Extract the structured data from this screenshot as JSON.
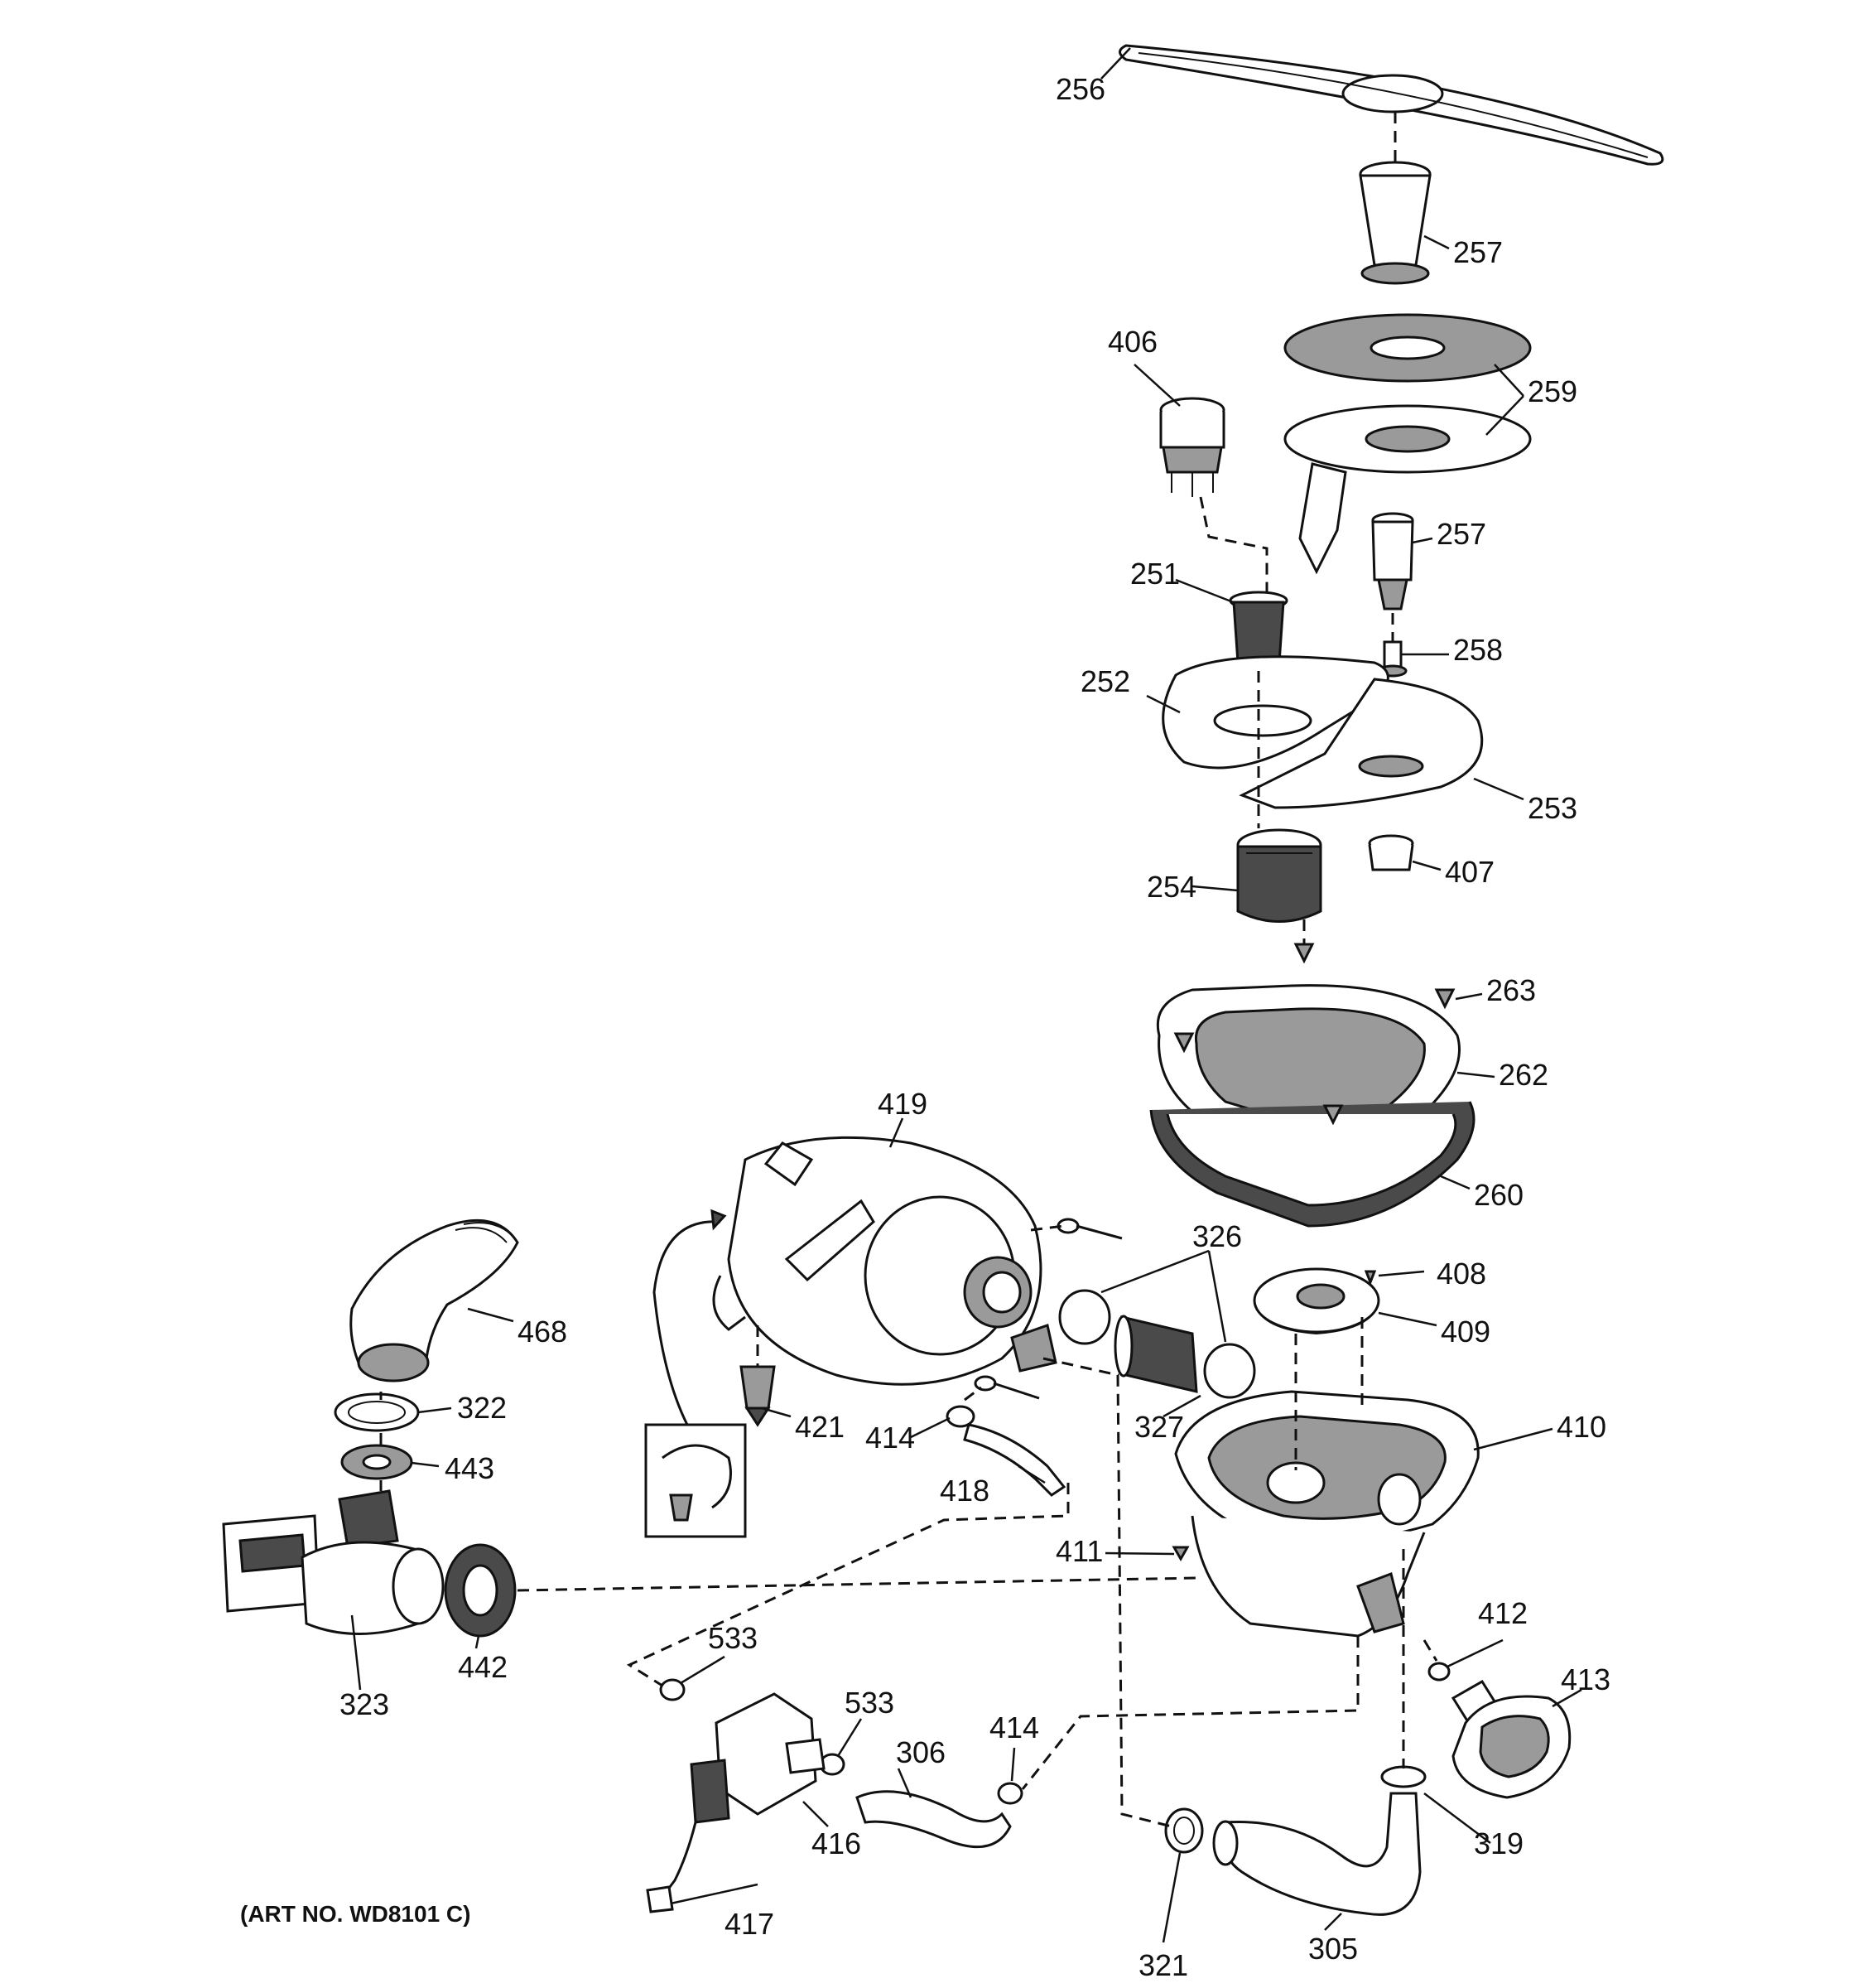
{
  "art_number": "(ART NO. WD8101 C)",
  "parts": [
    {
      "key": "256",
      "label": "256"
    },
    {
      "key": "257a",
      "label": "257"
    },
    {
      "key": "259",
      "label": "259"
    },
    {
      "key": "406",
      "label": "406"
    },
    {
      "key": "257b",
      "label": "257"
    },
    {
      "key": "251",
      "label": "251"
    },
    {
      "key": "258",
      "label": "258"
    },
    {
      "key": "252",
      "label": "252"
    },
    {
      "key": "253",
      "label": "253"
    },
    {
      "key": "407",
      "label": "407"
    },
    {
      "key": "254",
      "label": "254"
    },
    {
      "key": "263",
      "label": "263"
    },
    {
      "key": "262",
      "label": "262"
    },
    {
      "key": "260",
      "label": "260"
    },
    {
      "key": "419",
      "label": "419"
    },
    {
      "key": "326",
      "label": "326"
    },
    {
      "key": "408",
      "label": "408"
    },
    {
      "key": "409",
      "label": "409"
    },
    {
      "key": "468",
      "label": "468"
    },
    {
      "key": "322",
      "label": "322"
    },
    {
      "key": "421",
      "label": "421"
    },
    {
      "key": "327",
      "label": "327"
    },
    {
      "key": "410",
      "label": "410"
    },
    {
      "key": "414a",
      "label": "414"
    },
    {
      "key": "443",
      "label": "443"
    },
    {
      "key": "418",
      "label": "418"
    },
    {
      "key": "411",
      "label": "411"
    },
    {
      "key": "412",
      "label": "412"
    },
    {
      "key": "533a",
      "label": "533"
    },
    {
      "key": "323",
      "label": "323"
    },
    {
      "key": "442",
      "label": "442"
    },
    {
      "key": "413",
      "label": "413"
    },
    {
      "key": "533b",
      "label": "533"
    },
    {
      "key": "414b",
      "label": "414"
    },
    {
      "key": "306",
      "label": "306"
    },
    {
      "key": "416",
      "label": "416"
    },
    {
      "key": "319",
      "label": "319"
    },
    {
      "key": "417",
      "label": "417"
    },
    {
      "key": "321",
      "label": "321"
    },
    {
      "key": "305",
      "label": "305"
    }
  ]
}
